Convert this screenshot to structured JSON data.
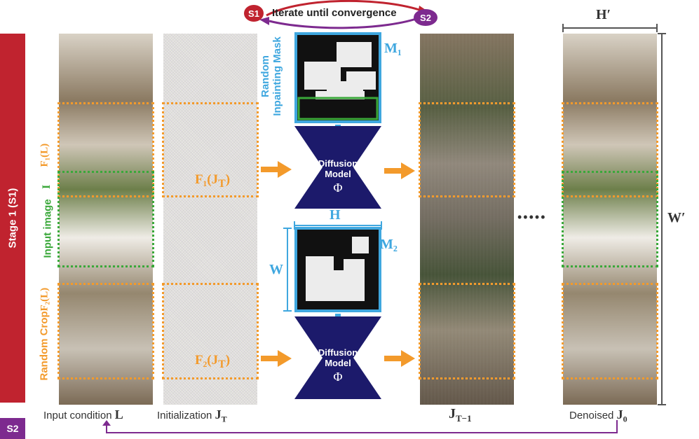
{
  "stage1_label": "Stage 1 (S1)",
  "stage2_label": "S2",
  "iterate": {
    "text": "Iterate until convergence",
    "s1": "S1",
    "s2": "S2"
  },
  "input_column": {
    "random_crop": "Random Crop",
    "f2_label": "F₂(L)",
    "input_image": "Input image",
    "input_image_symbol": "I",
    "f1_label": "F₁(L)",
    "caption_text": "Input condition",
    "caption_symbol": "L"
  },
  "init_column": {
    "caption_text": "Initialization",
    "caption_symbol": "J",
    "caption_sub": "T",
    "f1_jt": "F₁(J",
    "f2_jt": "F₂(J",
    "sub_t": "T",
    "close": ")"
  },
  "mask_top": {
    "title_line1": "Random",
    "title_line2": "Inpainting Mask",
    "symbol": "M₁"
  },
  "mask_bottom": {
    "width_label": "W",
    "height_label": "H",
    "symbol": "M₂"
  },
  "model": {
    "line1": "Diffusion",
    "line2": "Model",
    "phi": "Φ"
  },
  "jt1_caption": {
    "symbol": "J",
    "sub": "T−1"
  },
  "dots": "•••••",
  "output_column": {
    "caption_text": "Denoised",
    "caption_symbol": "J",
    "caption_sub": "0",
    "width_label": "H′",
    "height_label": "W′"
  },
  "colors": {
    "orange": "#f39a2b",
    "green": "#3aa83a",
    "blue": "#3fa7df",
    "navy": "#1c1a6b",
    "red": "#c0232f",
    "purple": "#7d2a8f"
  }
}
